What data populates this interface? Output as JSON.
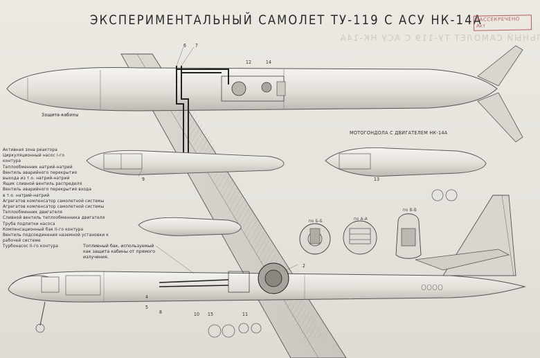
{
  "title": "ЭКСПЕРИМЕНТАЛЬНЫЙ САМОЛЕТ ТУ-119 С АСУ НК-14А",
  "stamp": {
    "line1": "РАССЕКРЕЧЕНО",
    "line2": "Акт"
  },
  "labels": {
    "cabin_protection": "Защита кабины",
    "nacelle": "МОТОГОНДОЛА С ДВИГАТЕЛЕМ НК-14А",
    "section_bb": "по Б-Б",
    "section_aa": "по А-А",
    "section_vv": "по В-В"
  },
  "callouts": [
    "6",
    "7",
    "12",
    "14",
    "9",
    "13",
    "2",
    "4",
    "5",
    "8",
    "10",
    "15",
    "11"
  ],
  "legend": [
    "Активная зона реактора",
    "Циркуляционный насос I-го",
    "контура",
    "Теплообменник натрий-натрий",
    "Вентиль аварийного перекрытия",
    "выхода из т.о. натрий-натрий",
    "Ящик сливной вентиль распределя",
    "Вентиль аварийного перекрытия входа",
    "в т.о. натрий-натрий",
    "Агрегатов компенсатор самолетной системы",
    "Агрегатов компенсатор самолетной системы",
    "Теплообменник двигателя",
    "Сливной вентиль теплообменника двигателя",
    "Труба подпитки насоса",
    "Компенсационный бак II-го контура",
    "Вентиль подсоединения наземной установки к",
    "рабочей системе",
    "Турбонасос II-го контура"
  ],
  "fuel_note": [
    "Топливный бак, используемый",
    "как защита кабины от прямого",
    "излучения."
  ]
}
